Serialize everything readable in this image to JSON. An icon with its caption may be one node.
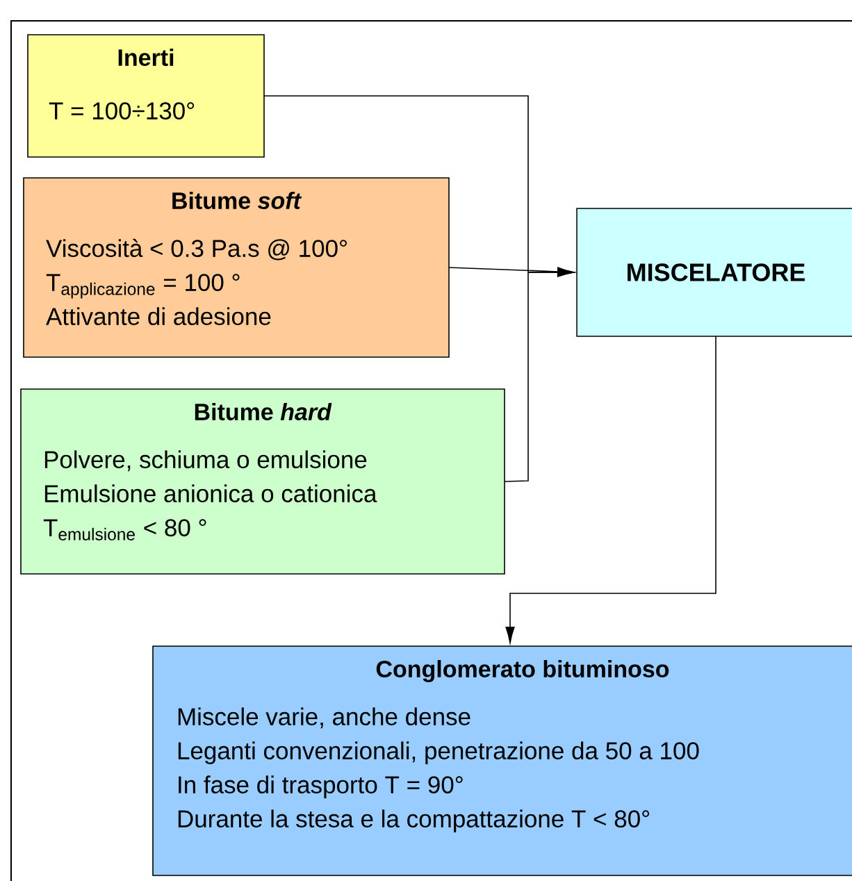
{
  "diagram": {
    "nodes": [
      {
        "text": [
          "Inerti",
          "T = 100÷130°"
        ]
      },
      {
        "text": [
          "Bitume *soft*",
          "Viscosità < 0.3 Pa.s @ 100°",
          "\\text{T}_{\\text{applicazione}}\\text{ = 100 °}",
          "Attivante di adesione"
        ]
      },
      {
        "text": [
          "Bitume *hard*",
          "Polvere, schiuma o emulsione",
          "Emulsione anionica o cationica",
          "\\text{T}_{\\text{emulsione}}\\text{ < 80 °}"
        ]
      },
      {
        "text": [
          "MISCELATORE"
        ]
      },
      {
        "text": [
          "Conglomerato bituminoso",
          "Miscele varie, anche dense",
          "Leganti convenzionali, penetrazione da 50 a 100",
          "In fase di trasporto T = 90°",
          "Durante la stesa e la compattazione T < 80°"
        ]
      }
    ],
    "edges": [
      {
        "from": 0,
        "to": 3,
        "arrow": "to"
      },
      {
        "from": 1,
        "to": 3,
        "arrow": "to"
      },
      {
        "from": 2,
        "to": 3,
        "arrow": "to"
      },
      {
        "from": 3,
        "to": 4,
        "arrow": "to"
      }
    ]
  }
}
